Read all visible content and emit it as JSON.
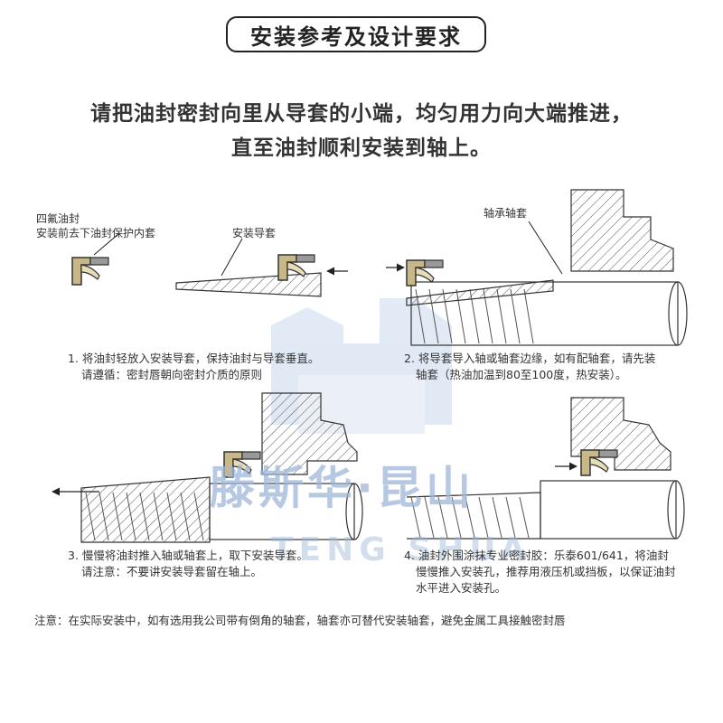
{
  "title": "安装参考及设计要求",
  "intro": {
    "line1": "请把油封密封向里从导套的小端，均匀用力向大端推进，",
    "line2": "直至油封顺利安装到轴上。"
  },
  "labels": {
    "seal_name": "四氟油封",
    "seal_remove": "安装前去下油封保护内套",
    "guide_sleeve": "安装导套",
    "bearing_sleeve": "轴承轴套"
  },
  "steps": [
    {
      "line1": "1. 将油封轻放入安装导套，保持油封与导套垂直。",
      "line2": "请遵循：密封唇朝向密封介质的原则"
    },
    {
      "line1": "2. 将导套导入轴或轴套边缘，如有配轴套，请先装",
      "line2": "轴套（热油加温到80至100度，热安装）。"
    },
    {
      "line1": "3. 慢慢将油封推入轴或轴套上，取下安装导套。",
      "line2": "请注意：不要讲安装导套留在轴上。"
    },
    {
      "line1": "4. 油封外围涂抹专业密封胶：乐泰601/641，将油封",
      "line2": "慢慢推入安装孔，推荐用液压机或挡板，以保证油封",
      "line3": "水平进入安装孔。"
    }
  ],
  "note": "注意：在实际安装中，如有选用我公司带有倒角的轴套，轴套亦可替代安装轴套，避免金属工具接触密封唇",
  "watermark": {
    "cn": "滕斯华·昆山",
    "en": "TENG SHUA"
  },
  "colors": {
    "watermark": "#9fb8d9",
    "seal": "#b8a878",
    "line": "#222222"
  }
}
